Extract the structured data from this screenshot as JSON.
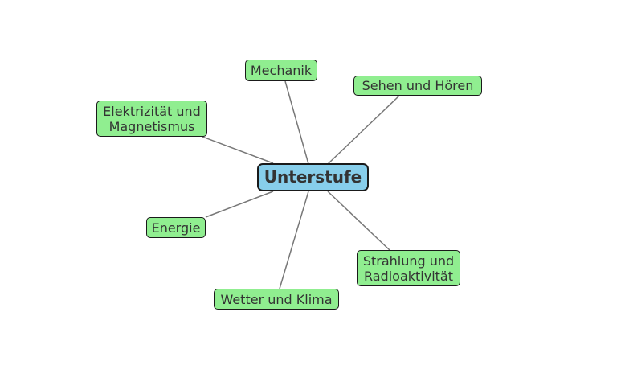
{
  "colors": {
    "center": "#87ceeb",
    "leaf": "#90ee90",
    "edge": "#777777",
    "border": "#1a1a1a"
  },
  "center": {
    "id": "unterstufe",
    "label": "Unterstufe"
  },
  "nodes": [
    {
      "id": "mechanik",
      "label": "Mechanik"
    },
    {
      "id": "sehen",
      "label": "Sehen und Hören"
    },
    {
      "id": "elektrizitaet",
      "label": "Elektrizität und\nMagnetismus"
    },
    {
      "id": "energie",
      "label": "Energie"
    },
    {
      "id": "wetter",
      "label": "Wetter und Klima"
    },
    {
      "id": "strahlung",
      "label": "Strahlung und\nRadioaktivität"
    }
  ],
  "edges": [
    {
      "from": "unterstufe",
      "to": "mechanik"
    },
    {
      "from": "unterstufe",
      "to": "sehen"
    },
    {
      "from": "unterstufe",
      "to": "elektrizitaet"
    },
    {
      "from": "unterstufe",
      "to": "energie"
    },
    {
      "from": "unterstufe",
      "to": "wetter"
    },
    {
      "from": "unterstufe",
      "to": "strahlung"
    }
  ]
}
